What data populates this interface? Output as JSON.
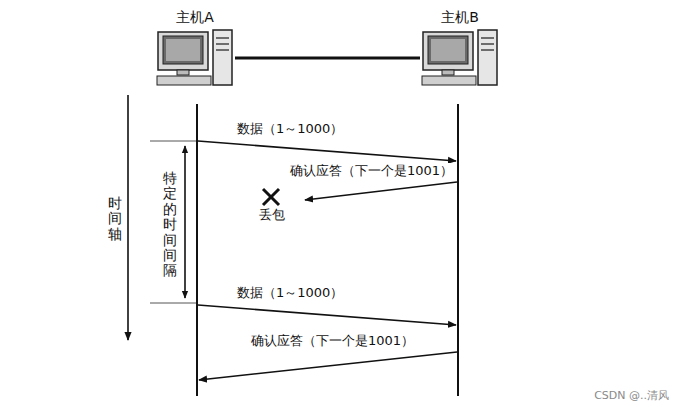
{
  "diagram": {
    "nodes": [
      {
        "text": [
          "主机A"
        ]
      },
      {
        "text": [
          "主机B"
        ]
      }
    ],
    "edges": [
      {
        "from": 0,
        "to": 1,
        "arrow": "none"
      }
    ],
    "labels": [
      "数据（1～1000）",
      "确认应答（下一个是1001）",
      "丢包",
      "数据（1～1000）",
      "确认应答（下一个是1001）",
      "时间轴",
      "特定的时间间隔",
      "CSDN @..清风"
    ]
  }
}
